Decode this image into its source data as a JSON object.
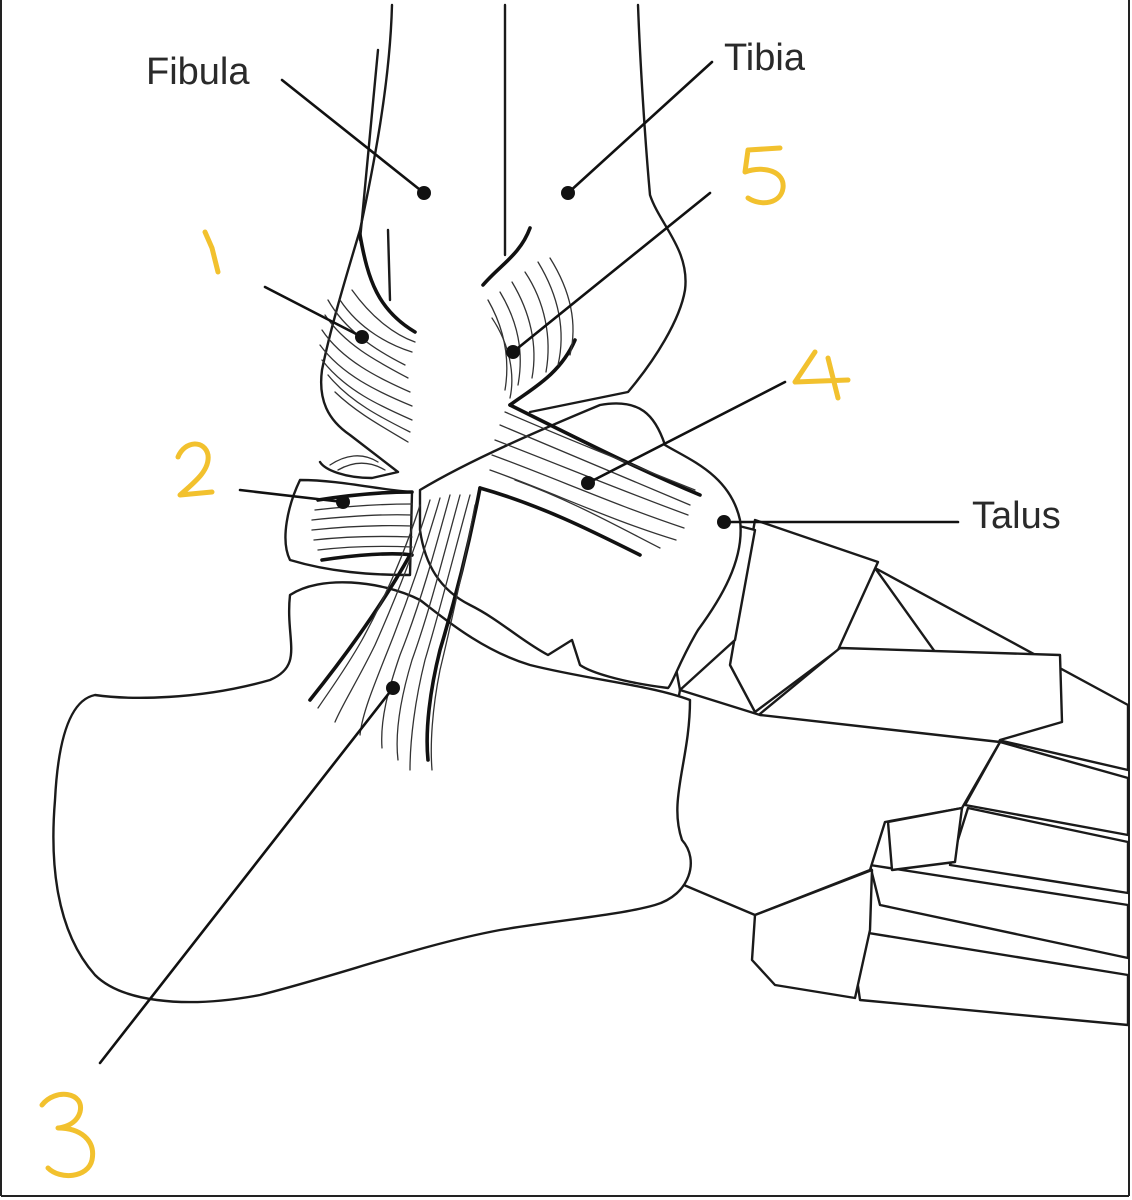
{
  "labels": {
    "fibula": "Fibula",
    "tibia": "Tibia",
    "talus": "Talus"
  },
  "numbers": [
    "1",
    "2",
    "3",
    "4",
    "5"
  ],
  "colors": {
    "line": "#1a1a1a",
    "handwriting": "#f2c12e",
    "background": "#ffffff"
  }
}
